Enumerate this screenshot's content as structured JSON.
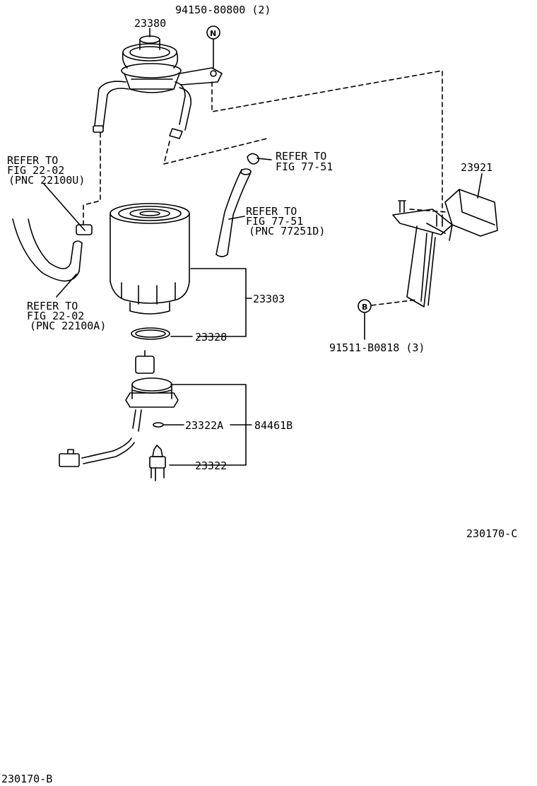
{
  "diagram": {
    "fig_code_main": "230170-C",
    "fig_code_corner": "230170-B",
    "parts": {
      "priming_pump": "23380",
      "bolt_top": "94150-80800 (2)",
      "bolt_top_badge": "N",
      "bracket": "23921",
      "filter_element": "23303",
      "gasket": "23328",
      "sensor_assy": "84461B",
      "oring": "23322A",
      "switch": "23322",
      "bolt_bracket": "91511-B0818 (3)",
      "bolt_bracket_badge": "B"
    },
    "refs": {
      "ref_hose_upper": [
        "REFER TO",
        "FIG 22-02",
        "(PNC 22100U)"
      ],
      "ref_clamp": [
        "REFER TO",
        "FIG 77-51"
      ],
      "ref_hose_mid": [
        "REFER TO",
        "FIG 77-51",
        "(PNC 77251D)"
      ],
      "ref_hose_lower": [
        "REFER TO",
        "FIG 22-02",
        "(PNC 22100A)"
      ]
    }
  }
}
